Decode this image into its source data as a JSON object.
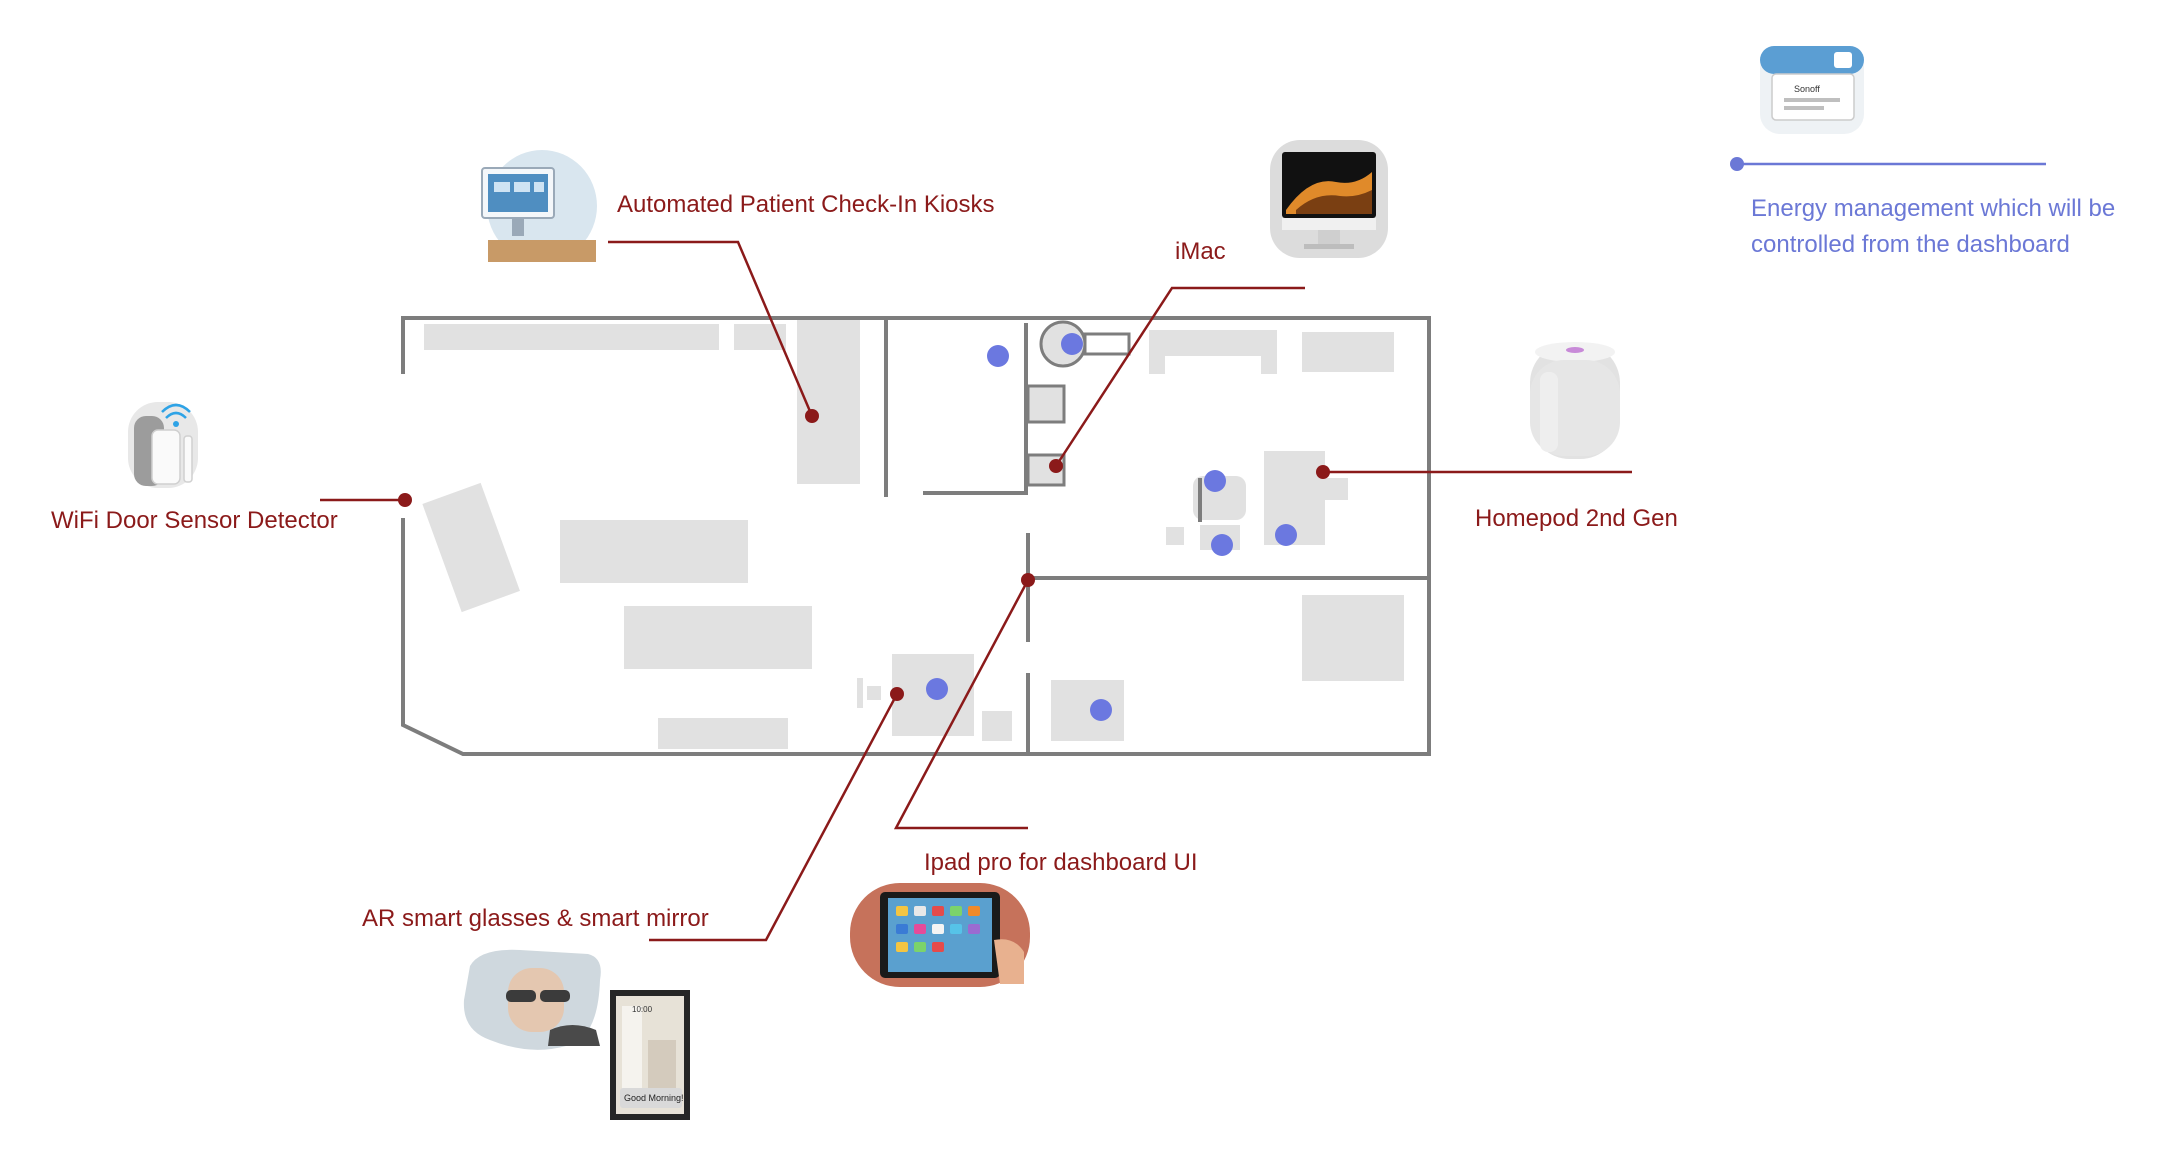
{
  "labels": {
    "kiosk": "Automated Patient Check-In Kiosks",
    "imac": "iMac",
    "door_sensor": "WiFi Door Sensor Detector",
    "homepod": "Homepod 2nd Gen",
    "ipad": "Ipad pro for dashboard UI",
    "ar": "AR smart glasses & smart mirror",
    "energy": "Energy management which will be controlled from the dashboard"
  },
  "device_thumbnails": {
    "kiosk": "kiosk-photo",
    "imac": "imac-photo",
    "door_sensor": "door-sensor-photo",
    "homepod": "homepod-photo",
    "ipad": "ipad-photo",
    "ar_glasses": "ar-glasses-photo",
    "smart_mirror": "smart-mirror-photo",
    "energy": "smart-switch-photo"
  },
  "mirror_screen": {
    "time": "10:00",
    "greeting": "Good Morning!"
  },
  "switch_text": {
    "brand": "Sonoff"
  },
  "colors": {
    "label_red": "#8b1a1a",
    "dot_blue": "#6b78e0",
    "wall_gray": "#7d7d7d",
    "furniture_gray": "#e1e1e1",
    "energy_blue": "#6b78d6"
  }
}
